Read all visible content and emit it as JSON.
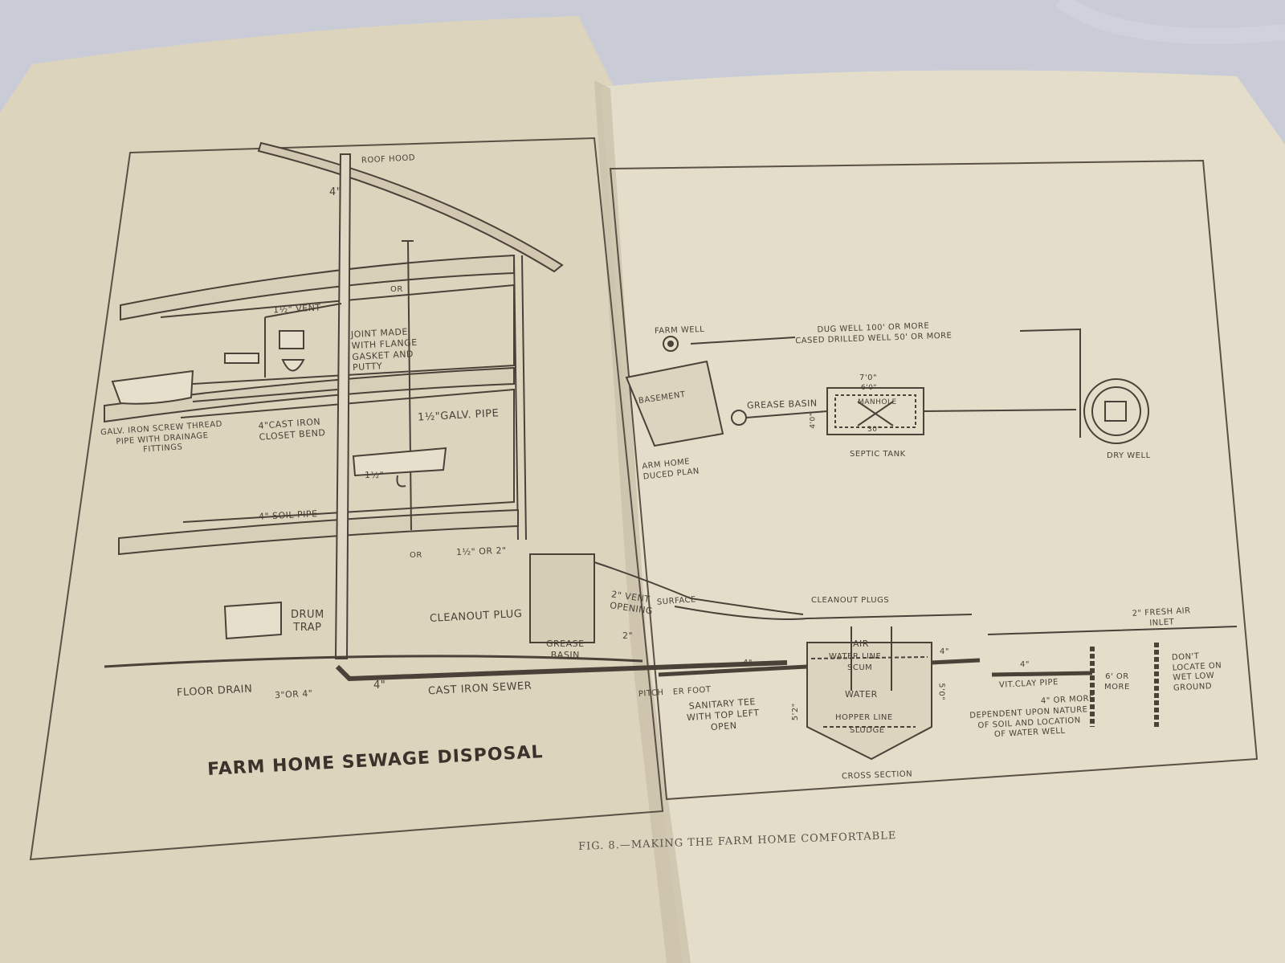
{
  "colors": {
    "background": "#c9ccd6",
    "paper_left": "#ded5c0",
    "paper_right": "#e3dcc9",
    "ink": "#4a4138"
  },
  "diagram": {
    "title": "FARM HOME SEWAGE DISPOSAL",
    "caption": "FIG. 8.—MAKING THE FARM HOME COMFORTABLE",
    "left_labels": {
      "roof_hood": "ROOF HOOD",
      "stack_size": "4\"",
      "or_top": "OR",
      "vent": "1½\" VENT",
      "joint": "JOINT MADE\nWITH FLANGE\nGASKET AND\nPUTTY",
      "galv_screw": "GALV. IRON SCREW THREAD\nPIPE WITH DRAINAGE\nFITTINGS",
      "cast_iron_bend": "4\"CAST IRON\nCLOSET BEND",
      "galv_pipe": "1½\"GALV. PIPE",
      "sink_trap": "1½\"",
      "soil_pipe": "4\" SOIL PIPE",
      "or_bottom": "OR",
      "pipe_size": "1½\" OR 2\"",
      "drum_trap": "DRUM\nTRAP",
      "cleanout_plug": "CLEANOUT PLUG",
      "grease_basin_lower": "GREASE\nBASIN",
      "vent_opening": "2\" VENT\nOPENING",
      "two_inch": "2\"",
      "floor_drain": "FLOOR DRAIN",
      "drain_size": "3\"OR 4\"",
      "sewer_size": "4\"",
      "cast_iron_sewer": "CAST IRON SEWER"
    },
    "right_labels": {
      "farm_well": "FARM WELL",
      "well_distance": "DUG WELL 100' OR MORE\nCASED DRILLED WELL 50' OR MORE",
      "basement": "BASEMENT",
      "grease_basin": "GREASE BASIN",
      "farm_home": "ARM HOME\nDUCED PLAN",
      "tank_outer": "7'0\"",
      "tank_inner": "6'0\"",
      "manhole": "MANHOLE",
      "manhole_size": "30\"",
      "tank_width": "4'0\"",
      "septic_tank": "SEPTIC TANK",
      "dry_well": "DRY WELL",
      "surface": "SURFACE",
      "cleanout_plugs": "CLEANOUT PLUGS",
      "fresh_air": "2\" FRESH AIR\nINLET",
      "air": "AIR",
      "water_line": "WATER LINE",
      "scum": "SCUM",
      "water": "WATER",
      "hopper_line": "HOPPER LINE",
      "sludge": "SLUDGE",
      "depth_left": "5'2\"",
      "depth_right": "5'0\"",
      "pipe_4a": "4\"",
      "pipe_4b": "4\"",
      "pipe_4c": "4\"",
      "pitch": "PITCH",
      "per_foot": "ER FOOT",
      "sanitary_tee": "SANITARY TEE\nWITH TOP LEFT\nOPEN",
      "cross_section": "CROSS  SECTION",
      "clay_pipe": "VIT.CLAY PIPE",
      "clay_size": "4\" OR MORE",
      "six_feet": "6' OR\nMORE",
      "dont_locate": "DON'T\nLOCATE ON\nWET LOW\nGROUND",
      "dependent": "DEPENDENT UPON NATURE\nOF SOIL AND LOCATION\nOF WATER WELL"
    }
  }
}
